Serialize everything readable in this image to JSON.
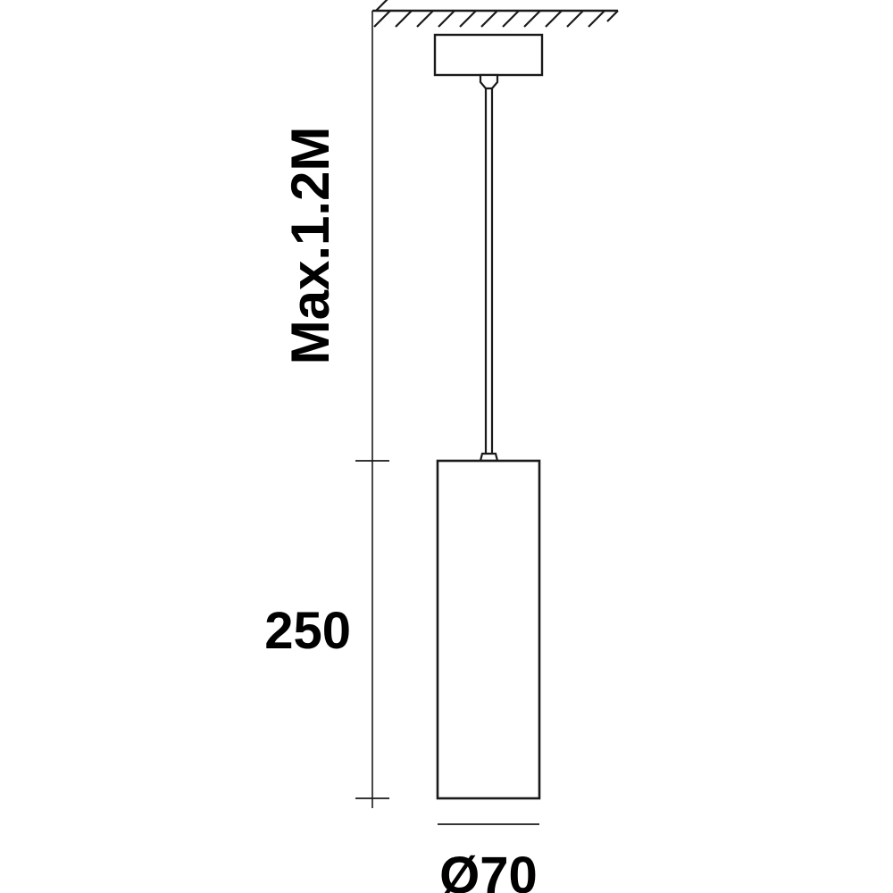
{
  "drawing": {
    "title": "Pendant luminaire dimensional drawing",
    "line_color": "#1a1a1a",
    "fill_color": "#ffffff",
    "text_color": "#000000",
    "dimensions": {
      "suspension_label": "Max.1.2M",
      "body_height_label": "250",
      "diameter_label": "Ø70"
    },
    "parts": {
      "ceiling_label": "ceiling-hatching",
      "canopy_label": "ceiling-canopy",
      "cable_label": "suspension-cable",
      "body_label": "cylindrical-lamp-body"
    }
  }
}
